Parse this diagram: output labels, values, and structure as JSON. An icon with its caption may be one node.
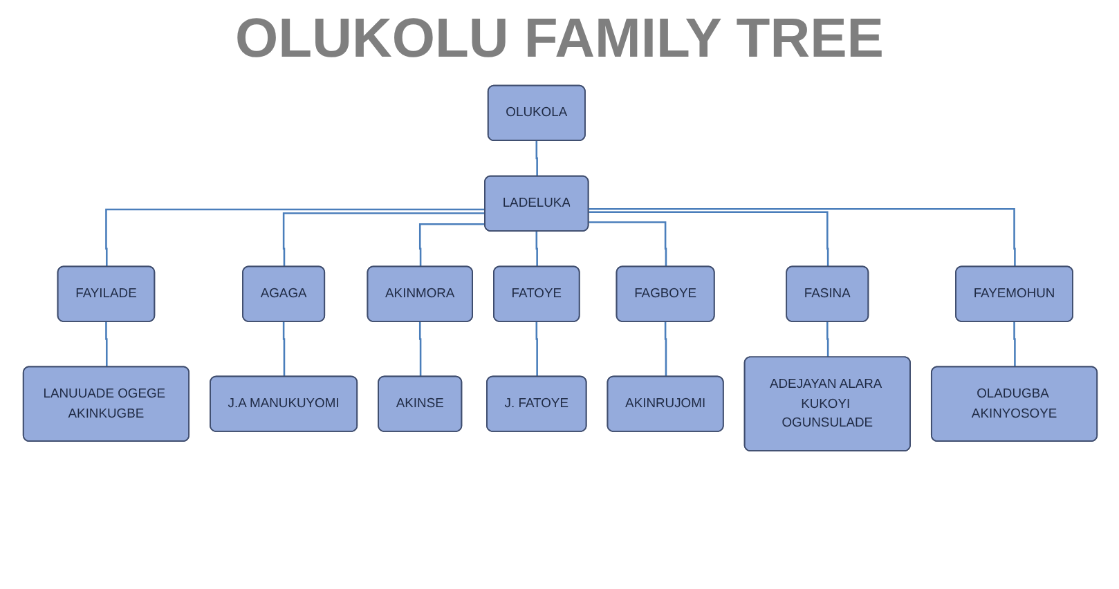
{
  "diagram": {
    "title": "OLUKOLU FAMILY TREE",
    "nodes": [
      {
        "text": [
          "OLUKOLA"
        ]
      },
      {
        "text": [
          "LADELUKA"
        ]
      },
      {
        "text": [
          "FAYILADE"
        ]
      },
      {
        "text": [
          "AGAGA"
        ]
      },
      {
        "text": [
          "AKINMORA"
        ]
      },
      {
        "text": [
          "FATOYE"
        ]
      },
      {
        "text": [
          "FAGBOYE"
        ]
      },
      {
        "text": [
          "FASINA"
        ]
      },
      {
        "text": [
          "FAYEMOHUN"
        ]
      },
      {
        "text": [
          "LANUUADE OGEGE AKINKUGBE"
        ]
      },
      {
        "text": [
          "J.A MANUKUYOMI"
        ]
      },
      {
        "text": [
          "AKINSE"
        ]
      },
      {
        "text": [
          "J. FATOYE"
        ]
      },
      {
        "text": [
          "AKINRUJOMI"
        ]
      },
      {
        "text": [
          "ADEJAYAN ALARA KUKOYI OGUNSULADE"
        ]
      },
      {
        "text": [
          "OLADUGBA AKINYOSOYE"
        ]
      }
    ],
    "edges": [
      {
        "from": 0,
        "to": 1,
        "arrow": "none"
      },
      {
        "from": 1,
        "to": 2,
        "arrow": "none"
      },
      {
        "from": 1,
        "to": 3,
        "arrow": "none"
      },
      {
        "from": 1,
        "to": 4,
        "arrow": "none"
      },
      {
        "from": 1,
        "to": 5,
        "arrow": "none"
      },
      {
        "from": 1,
        "to": 6,
        "arrow": "none"
      },
      {
        "from": 1,
        "to": 7,
        "arrow": "none"
      },
      {
        "from": 1,
        "to": 8,
        "arrow": "none"
      },
      {
        "from": 2,
        "to": 9,
        "arrow": "none"
      },
      {
        "from": 3,
        "to": 10,
        "arrow": "none"
      },
      {
        "from": 4,
        "to": 11,
        "arrow": "none"
      },
      {
        "from": 5,
        "to": 12,
        "arrow": "none"
      },
      {
        "from": 6,
        "to": 13,
        "arrow": "none"
      },
      {
        "from": 7,
        "to": 14,
        "arrow": "none"
      },
      {
        "from": 8,
        "to": 15,
        "arrow": "none"
      }
    ]
  }
}
